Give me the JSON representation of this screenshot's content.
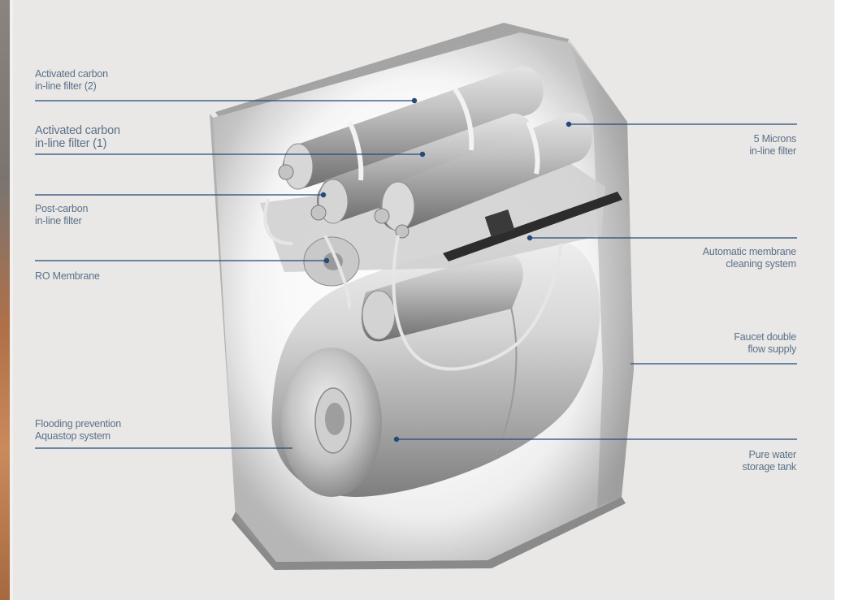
{
  "labels": {
    "carbon_filter_2": {
      "line1": "Activated carbon",
      "line2": "in-line filter (2)"
    },
    "carbon_filter_1": {
      "line1": "Activated carbon",
      "line2": "in-line filter (1)"
    },
    "post_carbon": {
      "line1": "Post-carbon",
      "line2": "in-line filter"
    },
    "ro_membrane": {
      "line1": "RO Membrane"
    },
    "flooding": {
      "line1": "Flooding prevention",
      "line2": "Aquastop system"
    },
    "five_microns": {
      "line1": "5 Microns",
      "line2": "in-line filter"
    },
    "auto_cleaning": {
      "line1": "Automatic membrane",
      "line2": "cleaning system"
    },
    "faucet": {
      "line1": "Faucet double",
      "line2": "flow supply"
    },
    "pure_water": {
      "line1": "Pure water",
      "line2": "storage tank"
    }
  },
  "colors": {
    "label_text": "#5b7089",
    "leader_line": "#234a7a",
    "panel_bg": "#e9e8e6"
  }
}
